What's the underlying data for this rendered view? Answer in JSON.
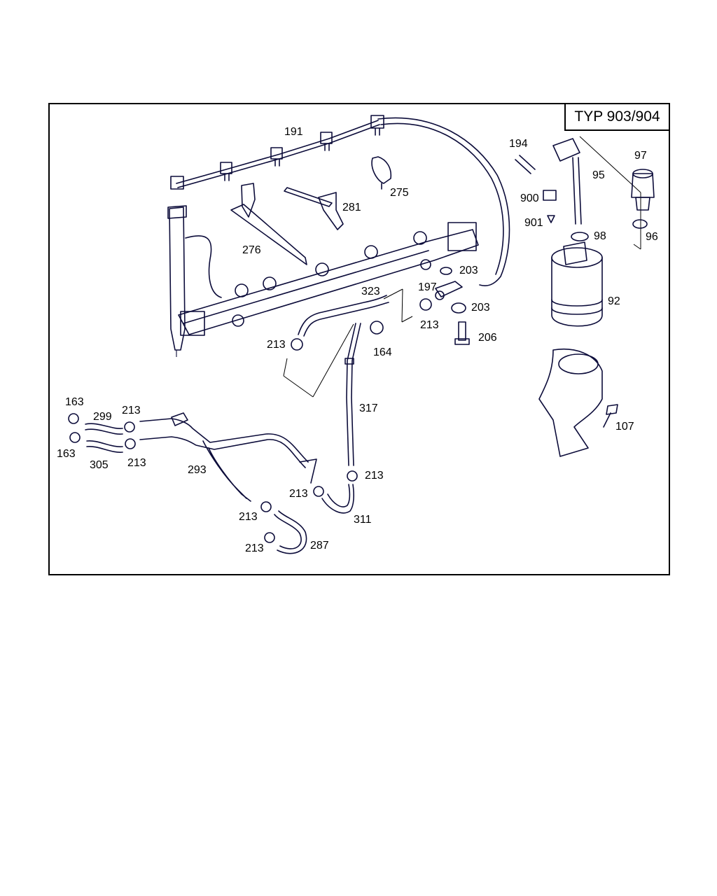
{
  "header": {
    "variant_label": "TYP 903/904"
  },
  "callouts": {
    "c191": "191",
    "c194": "194",
    "c97": "97",
    "c95": "95",
    "c900": "900",
    "c901": "901",
    "c98": "98",
    "c96": "96",
    "c275": "275",
    "c281": "281",
    "c276": "276",
    "c203a": "203",
    "c323": "323",
    "c197": "197",
    "c203b": "203",
    "c92": "92",
    "c213a": "213",
    "c213b": "213",
    "c206": "206",
    "c164": "164",
    "c163a": "163",
    "c299": "299",
    "c213c": "213",
    "c317": "317",
    "c107": "107",
    "c163b": "163",
    "c305": "305",
    "c213d": "213",
    "c293": "293",
    "c213e": "213",
    "c213f": "213",
    "c311": "311",
    "c213g": "213",
    "c213h": "213",
    "c287": "287"
  }
}
